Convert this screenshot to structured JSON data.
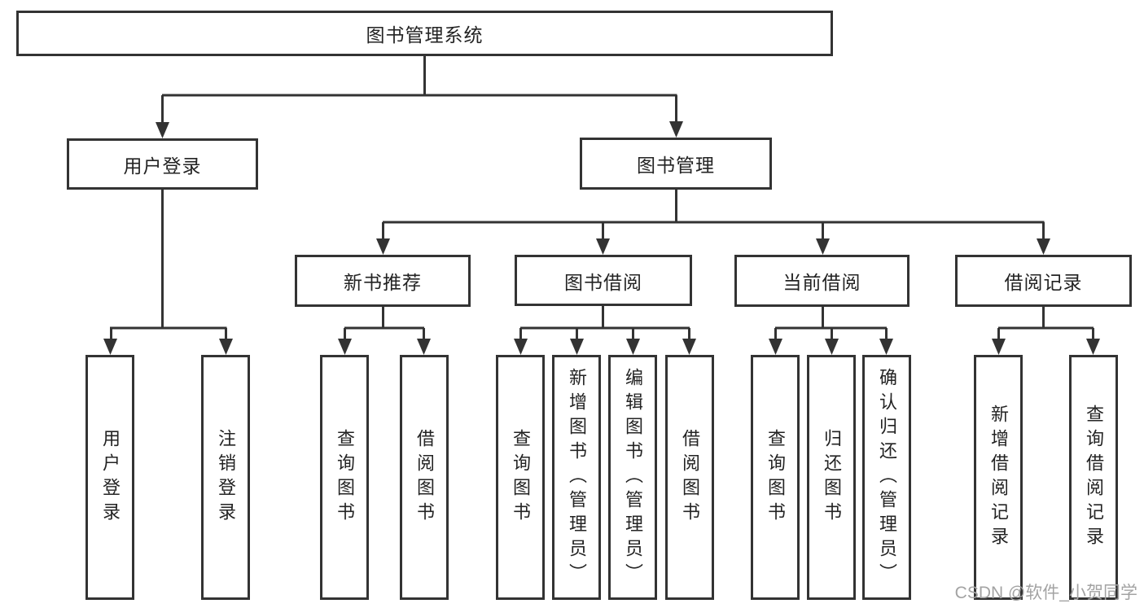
{
  "tree": {
    "label": "图书管理系统",
    "children": [
      {
        "label": "用户登录",
        "children": [
          {
            "label": "用户登录"
          },
          {
            "label": "注销登录"
          }
        ]
      },
      {
        "label": "图书管理",
        "children": [
          {
            "label": "新书推荐",
            "children": [
              {
                "label": "查询图书"
              },
              {
                "label": "借阅图书"
              }
            ]
          },
          {
            "label": "图书借阅",
            "children": [
              {
                "label": "查询图书"
              },
              {
                "label": "新增图书（管理员）"
              },
              {
                "label": "编辑图书（管理员）"
              },
              {
                "label": "借阅图书"
              }
            ]
          },
          {
            "label": "当前借阅",
            "children": [
              {
                "label": "查询图书"
              },
              {
                "label": "归还图书"
              },
              {
                "label": "确认归还（管理员）"
              }
            ]
          },
          {
            "label": "借阅记录",
            "children": [
              {
                "label": "新增借阅记录"
              },
              {
                "label": "查询借阅记录"
              }
            ]
          }
        ]
      }
    ]
  },
  "colors": {
    "line": "#333333",
    "text": "#232323",
    "watermark": "#a3a3a3",
    "background": "#ffffff"
  },
  "watermark": {
    "text": "CSDN @软件_小贺同学"
  }
}
